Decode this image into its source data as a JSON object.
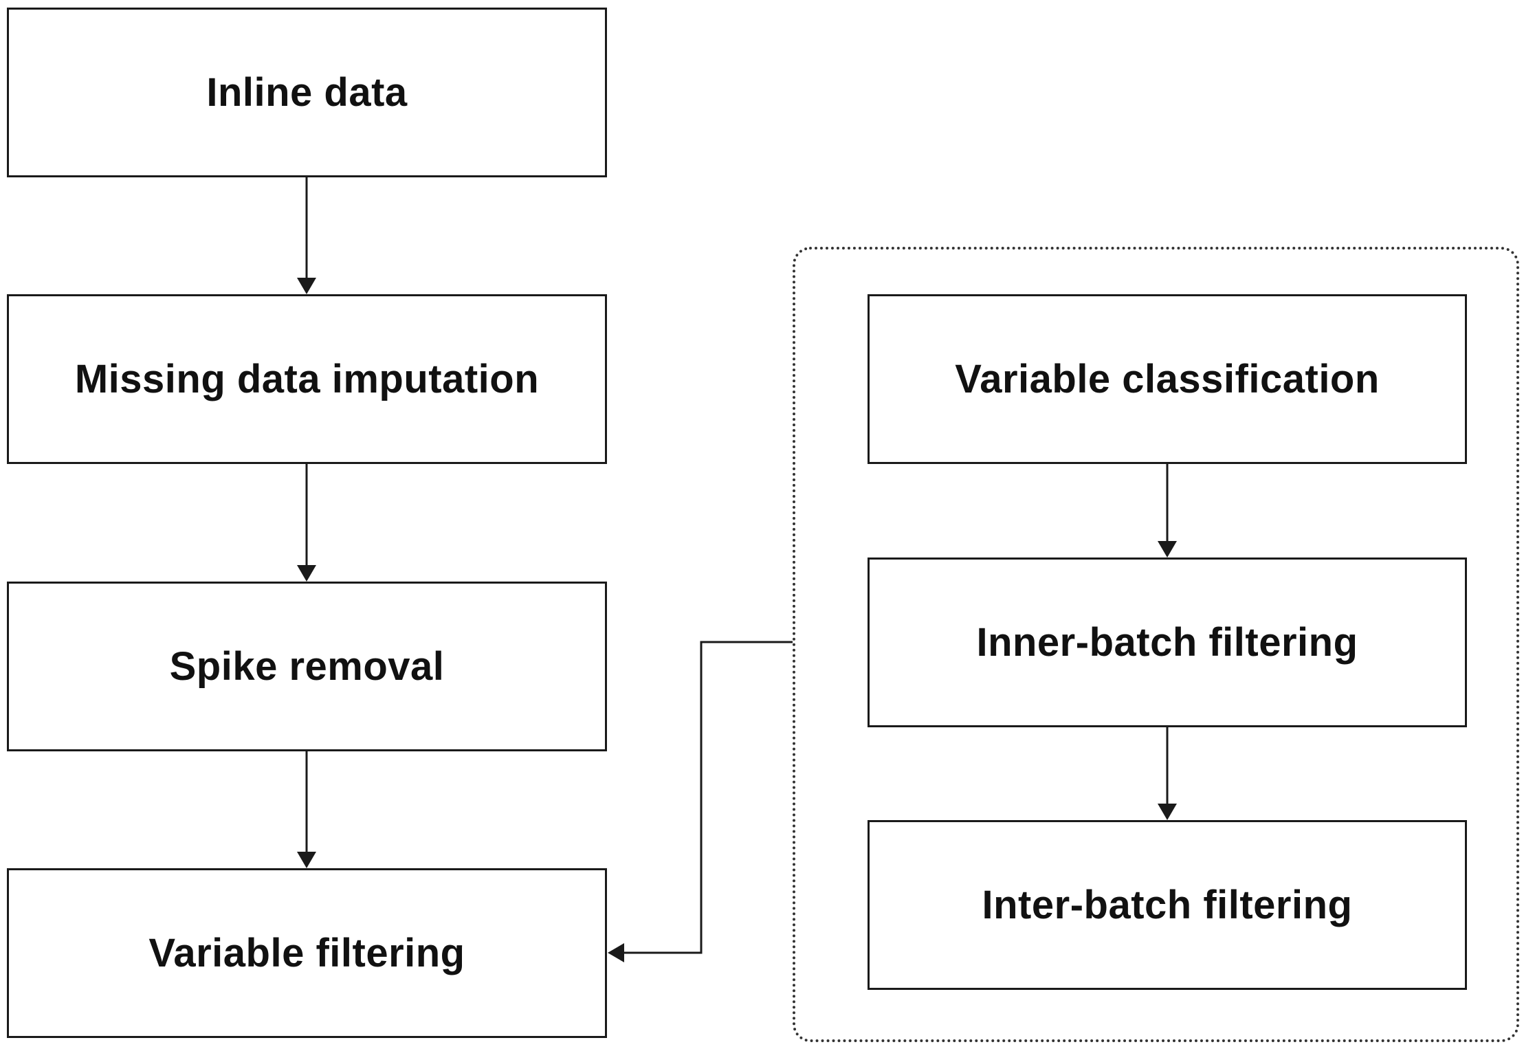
{
  "flow": {
    "steps": [
      {
        "label": "Inline data"
      },
      {
        "label": "Missing data imputation"
      },
      {
        "label": "Spike removal"
      },
      {
        "label": "Variable filtering"
      }
    ]
  },
  "variable_filtering_detail": {
    "steps": [
      {
        "label": "Variable classification"
      },
      {
        "label": "Inner-batch filtering"
      },
      {
        "label": "Inter-batch filtering"
      }
    ]
  },
  "colors": {
    "stroke": "#1a1a1a",
    "text": "#111111",
    "background": "#ffffff"
  }
}
